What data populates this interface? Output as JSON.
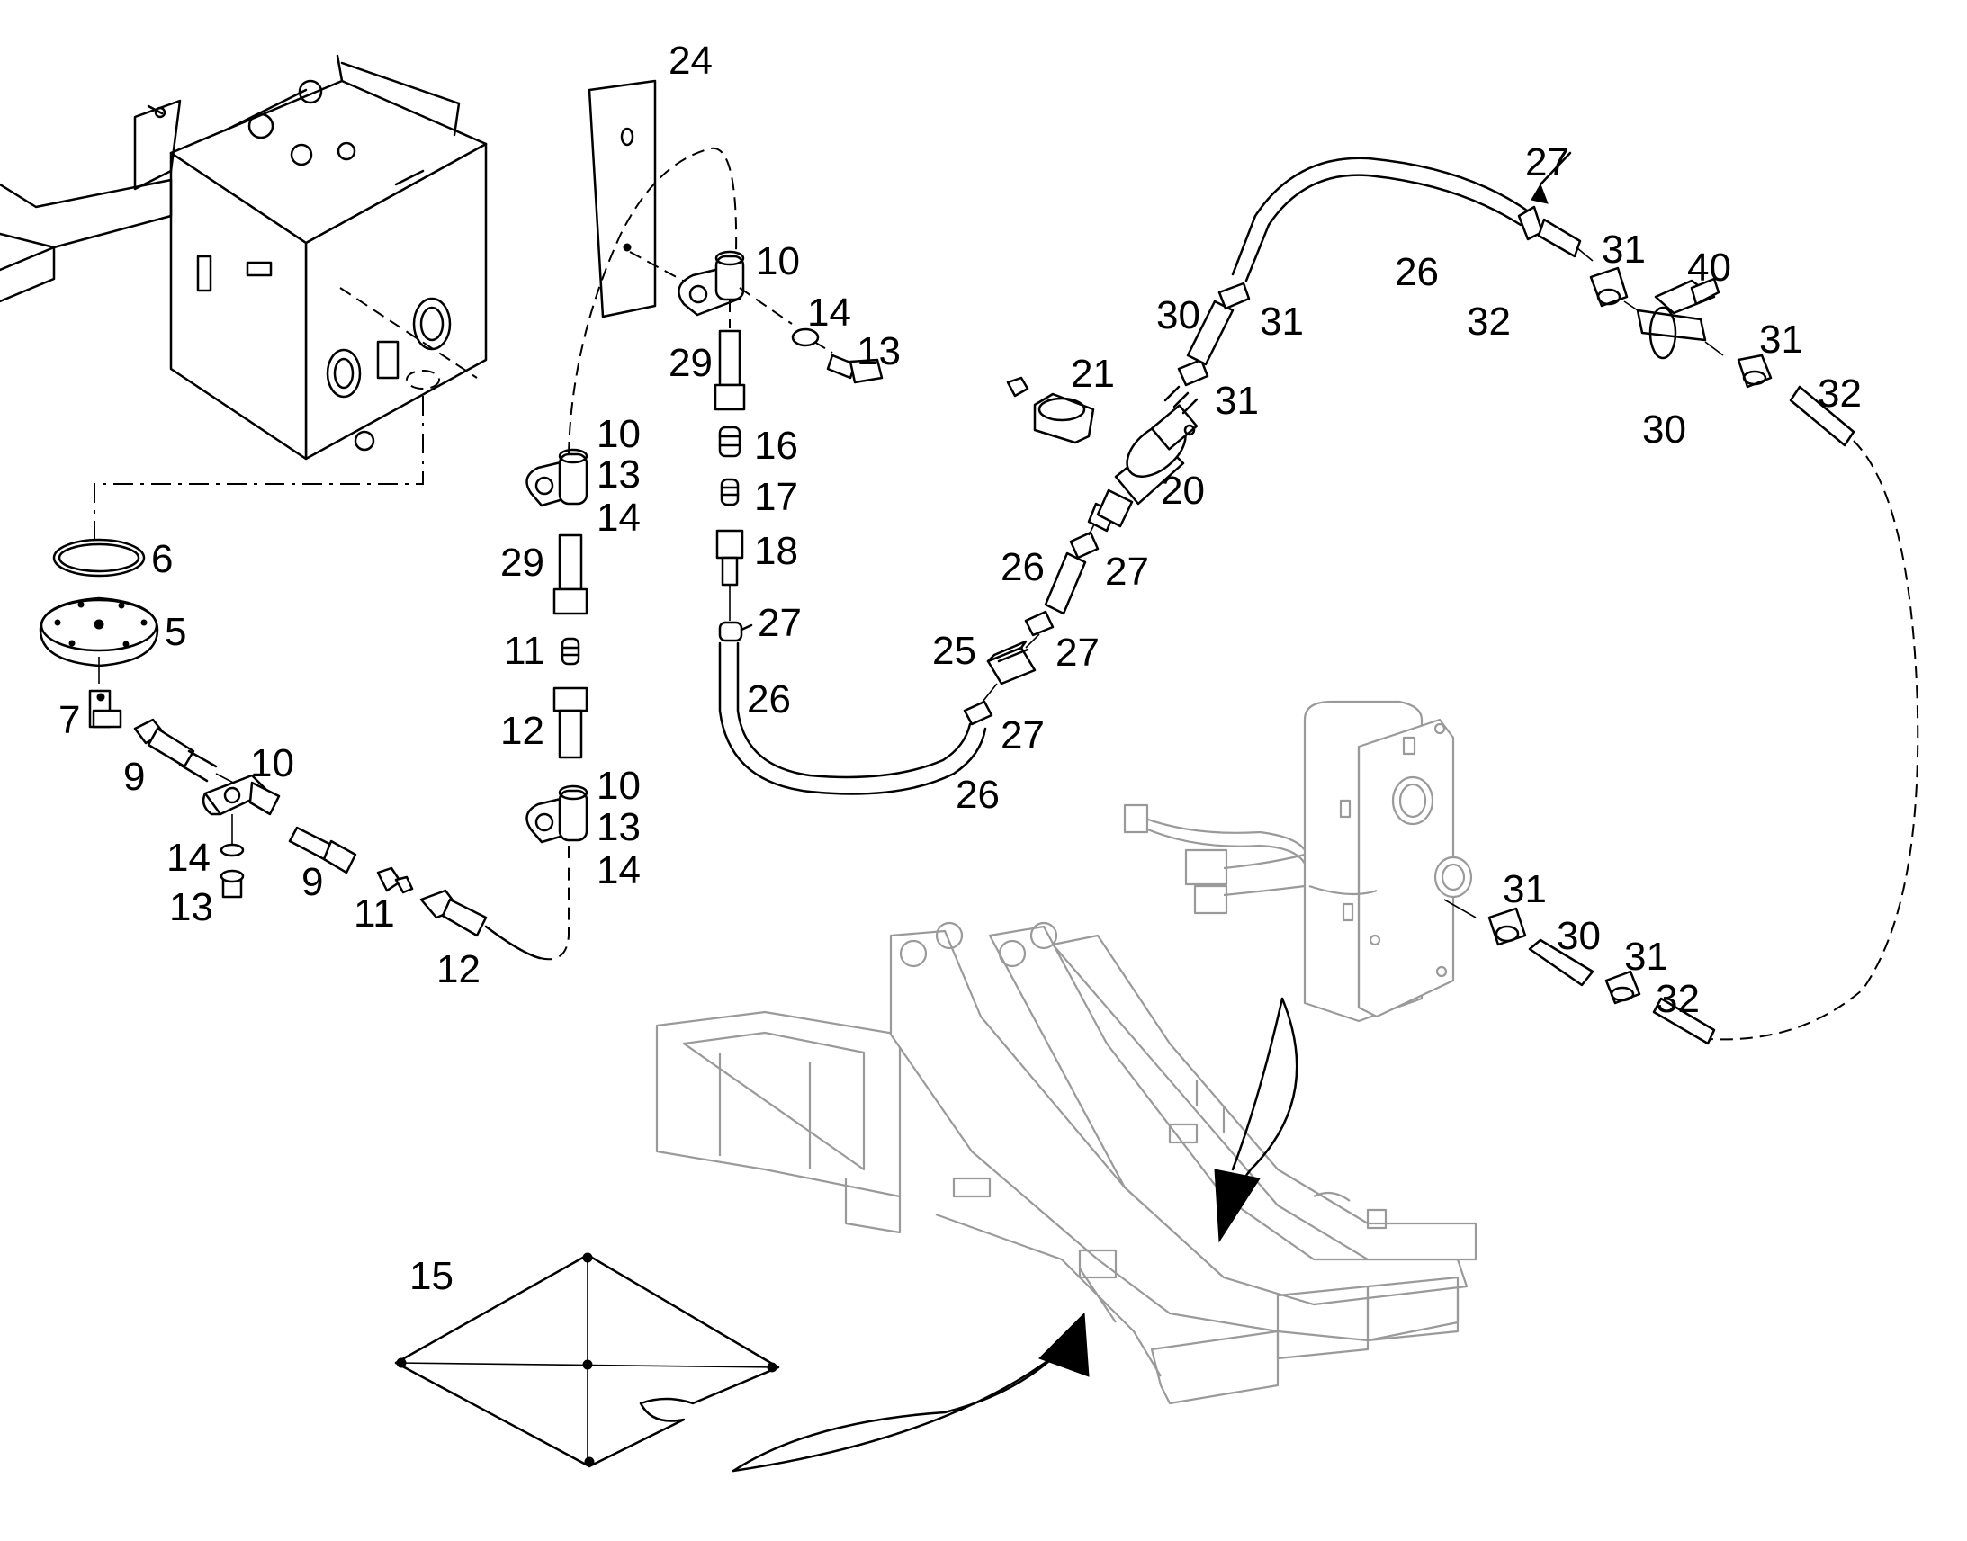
{
  "diagram": {
    "callouts": [
      {
        "id": "c24a",
        "text": "24"
      },
      {
        "id": "c10a",
        "text": "10"
      },
      {
        "id": "c14a",
        "text": "14"
      },
      {
        "id": "c13a",
        "text": "13"
      },
      {
        "id": "c29a",
        "text": "29"
      },
      {
        "id": "c16",
        "text": "16"
      },
      {
        "id": "c17",
        "text": "17"
      },
      {
        "id": "c18",
        "text": "18"
      },
      {
        "id": "c27a",
        "text": "27"
      },
      {
        "id": "c26a",
        "text": "26"
      },
      {
        "id": "c10b",
        "text": "10"
      },
      {
        "id": "c13b",
        "text": "13"
      },
      {
        "id": "c14b",
        "text": "14"
      },
      {
        "id": "c29b",
        "text": "29"
      },
      {
        "id": "c11a",
        "text": "11"
      },
      {
        "id": "c12a",
        "text": "12"
      },
      {
        "id": "c10c",
        "text": "10"
      },
      {
        "id": "c13c",
        "text": "13"
      },
      {
        "id": "c14c",
        "text": "14"
      },
      {
        "id": "c6",
        "text": "6"
      },
      {
        "id": "c5",
        "text": "5"
      },
      {
        "id": "c7",
        "text": "7"
      },
      {
        "id": "c9a",
        "text": "9"
      },
      {
        "id": "c10d",
        "text": "10"
      },
      {
        "id": "c14d",
        "text": "14"
      },
      {
        "id": "c13d",
        "text": "13"
      },
      {
        "id": "c9b",
        "text": "9"
      },
      {
        "id": "c11b",
        "text": "11"
      },
      {
        "id": "c12b",
        "text": "12"
      },
      {
        "id": "c21",
        "text": "21"
      },
      {
        "id": "c20",
        "text": "20"
      },
      {
        "id": "c30a",
        "text": "30"
      },
      {
        "id": "c31a",
        "text": "31"
      },
      {
        "id": "c31b",
        "text": "31"
      },
      {
        "id": "c26b",
        "text": "26"
      },
      {
        "id": "c27b",
        "text": "27"
      },
      {
        "id": "c25",
        "text": "25"
      },
      {
        "id": "c27c",
        "text": "27"
      },
      {
        "id": "c27d",
        "text": "27"
      },
      {
        "id": "c26c",
        "text": "26"
      },
      {
        "id": "c27e",
        "text": "27"
      },
      {
        "id": "c26d",
        "text": "26"
      },
      {
        "id": "c32a",
        "text": "32"
      },
      {
        "id": "c31c",
        "text": "31"
      },
      {
        "id": "c40",
        "text": "40"
      },
      {
        "id": "c31d",
        "text": "31"
      },
      {
        "id": "c32b",
        "text": "32"
      },
      {
        "id": "c30b",
        "text": "30"
      },
      {
        "id": "c31e",
        "text": "31"
      },
      {
        "id": "c30c",
        "text": "30"
      },
      {
        "id": "c31f",
        "text": "31"
      },
      {
        "id": "c32c",
        "text": "32"
      },
      {
        "id": "c15",
        "text": "15"
      }
    ]
  }
}
